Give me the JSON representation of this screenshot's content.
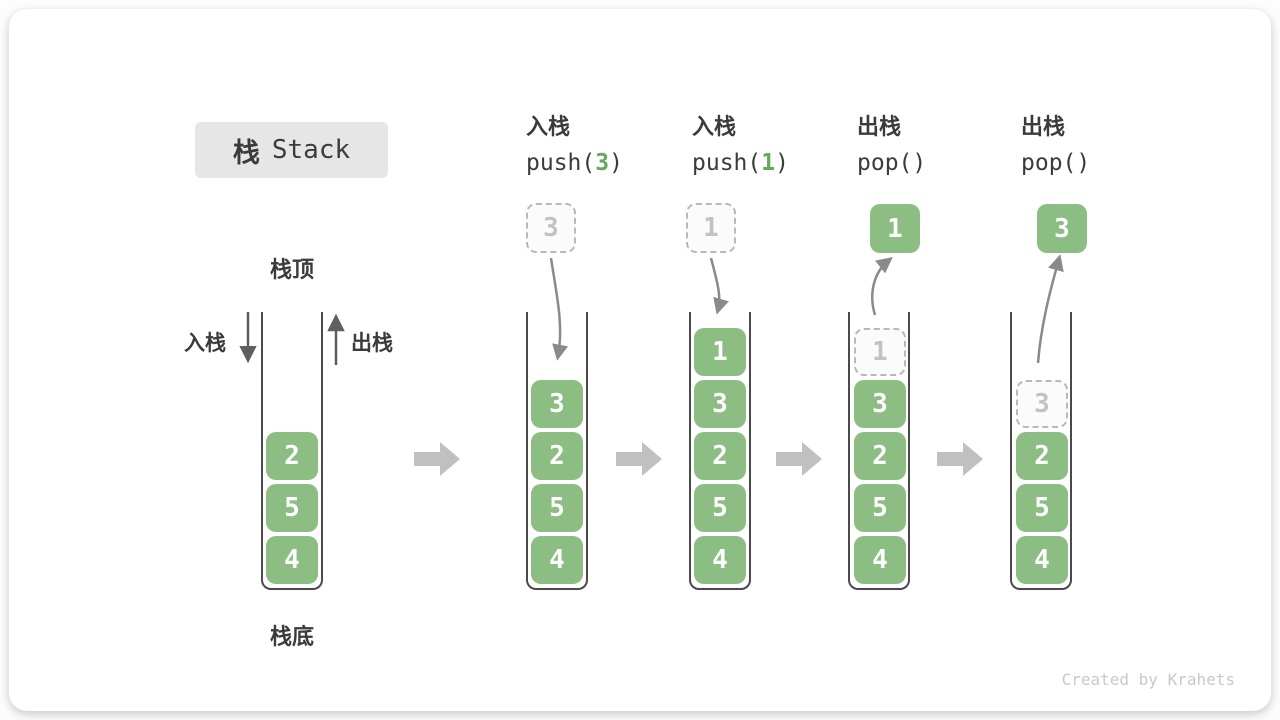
{
  "title": {
    "cn": "栈",
    "en": "Stack"
  },
  "labels": {
    "stack_top": "栈顶",
    "stack_bottom": "栈底",
    "push_side": "入栈",
    "pop_side": "出栈"
  },
  "operations": [
    {
      "action": "入栈",
      "code_pre": "push(",
      "code_arg": "3",
      "code_post": ")"
    },
    {
      "action": "入栈",
      "code_pre": "push(",
      "code_arg": "1",
      "code_post": ")"
    },
    {
      "action": "出栈",
      "code_pre": "pop(",
      "code_arg": "",
      "code_post": ")"
    },
    {
      "action": "出栈",
      "code_pre": "pop(",
      "code_arg": "",
      "code_post": ")"
    }
  ],
  "stacks": [
    {
      "boxes": [
        {
          "value": "2"
        },
        {
          "value": "5"
        },
        {
          "value": "4"
        }
      ]
    },
    {
      "incoming": {
        "value": "3"
      },
      "boxes": [
        {
          "value": "3"
        },
        {
          "value": "2"
        },
        {
          "value": "5"
        },
        {
          "value": "4"
        }
      ]
    },
    {
      "incoming": {
        "value": "1"
      },
      "boxes": [
        {
          "value": "1"
        },
        {
          "value": "3"
        },
        {
          "value": "2"
        },
        {
          "value": "5"
        },
        {
          "value": "4"
        }
      ]
    },
    {
      "popped": {
        "value": "1"
      },
      "ghost": {
        "value": "1"
      },
      "boxes": [
        {
          "value": "3"
        },
        {
          "value": "2"
        },
        {
          "value": "5"
        },
        {
          "value": "4"
        }
      ]
    },
    {
      "popped": {
        "value": "3"
      },
      "ghost": {
        "value": "3"
      },
      "boxes": [
        {
          "value": "2"
        },
        {
          "value": "5"
        },
        {
          "value": "4"
        }
      ]
    }
  ],
  "watermark": "Created by Krahets",
  "colors": {
    "box_green": "#8cbe84",
    "code_arg_green": "#64a85c",
    "text_dark": "#3b3b3b",
    "ghost_gray": "#b9b9b9",
    "step_arrow_gray": "#c0c0c0",
    "flow_arrow_gray": "#8a8a8a",
    "side_arrow_gray": "#5f5f5f",
    "title_bg": "#e6e6e6",
    "watermark_gray": "#c9c9c9"
  }
}
